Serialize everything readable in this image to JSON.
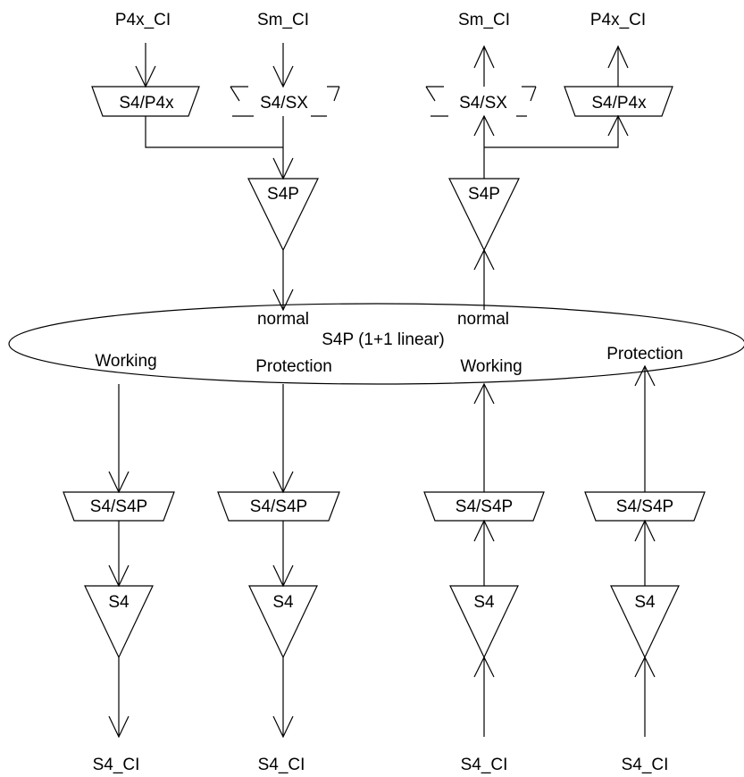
{
  "top": {
    "sink_adaptation": {
      "ci_p4x": "P4x_CI",
      "ci_sm": "Sm_CI",
      "adapt_p4x": "S4/P4x",
      "adapt_sx": "S4/SX"
    },
    "source_adaptation": {
      "ci_sm": "Sm_CI",
      "ci_p4x": "P4x_CI",
      "adapt_sx": "S4/SX",
      "adapt_p4x": "S4/P4x"
    },
    "trail_left": "S4P",
    "trail_right": "S4P"
  },
  "protection": {
    "label": "S4P (1+1 linear)",
    "normal_left": "normal",
    "normal_right": "normal",
    "ports": [
      "Working",
      "Protection",
      "Working",
      "Protection"
    ]
  },
  "bottom": {
    "adaptation": [
      "S4/S4P",
      "S4/S4P",
      "S4/S4P",
      "S4/S4P"
    ],
    "trail": [
      "S4",
      "S4",
      "S4",
      "S4"
    ],
    "ci": [
      "S4_CI",
      "S4_CI",
      "S4_CI",
      "S4_CI"
    ]
  }
}
